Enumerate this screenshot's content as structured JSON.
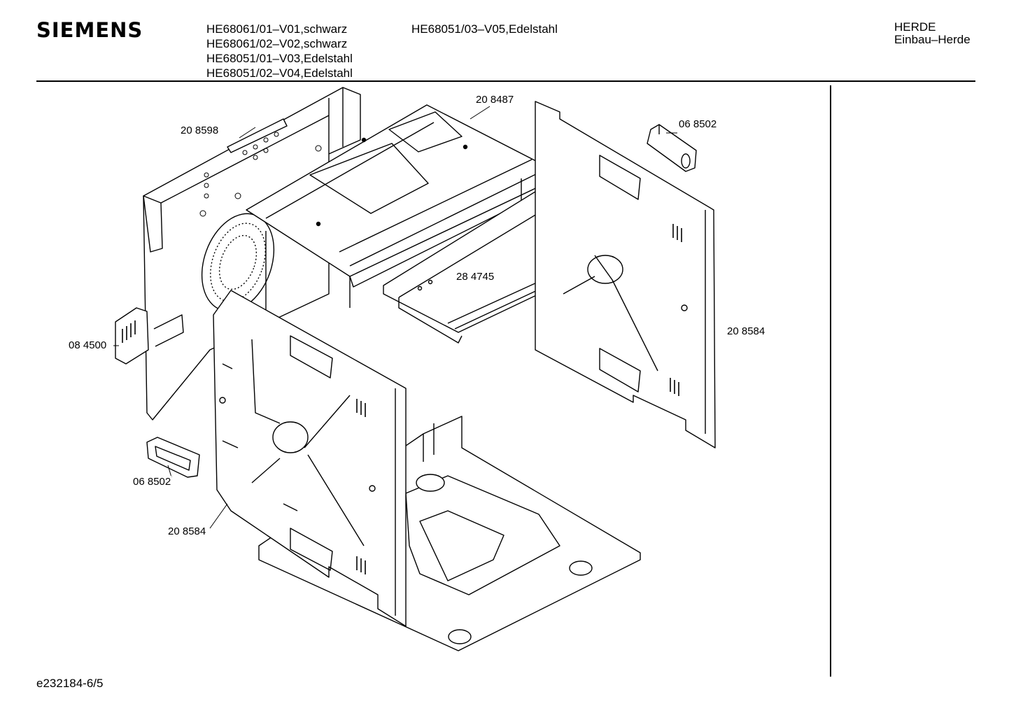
{
  "header": {
    "brand": "SIEMENS",
    "models_col1": [
      "HE68061/01–V01,schwarz",
      "HE68061/02–V02,schwarz",
      "HE68051/01–V03,Edelstahl",
      "HE68051/02–V04,Edelstahl"
    ],
    "models_col2": [
      "HE68051/03–V05,Edelstahl"
    ],
    "category": "HERDE",
    "subcategory": "Einbau–Herde"
  },
  "parts": {
    "p208487": "20 8487",
    "p208598": "20 8598",
    "p068502_top": "06 8502",
    "p284745": "28 4745",
    "p208584_right": "20 8584",
    "p084500": "08 4500",
    "p068502_bottom": "06 8502",
    "p208584_bottom": "20 8584"
  },
  "footer": {
    "drawing_id": "e232184-6/5"
  }
}
